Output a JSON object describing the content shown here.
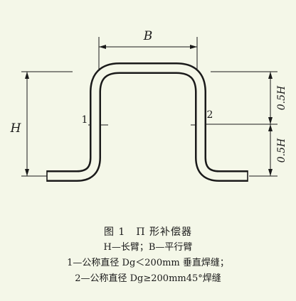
{
  "figure": {
    "dim_b": "B",
    "dim_h": "H",
    "dim_half_top": "0.5H",
    "dim_half_bottom": "0.5H",
    "weld_1": "1",
    "weld_2": "2"
  },
  "caption": {
    "title": "图 1　Π 形补偿器",
    "legend_hb": "H—长臂；B—平行臂",
    "note_1": "1—公称直径 Dg＜200mm 垂直焊缝；",
    "note_2": "2—公称直径 Dg≥200mm45°焊缝"
  }
}
